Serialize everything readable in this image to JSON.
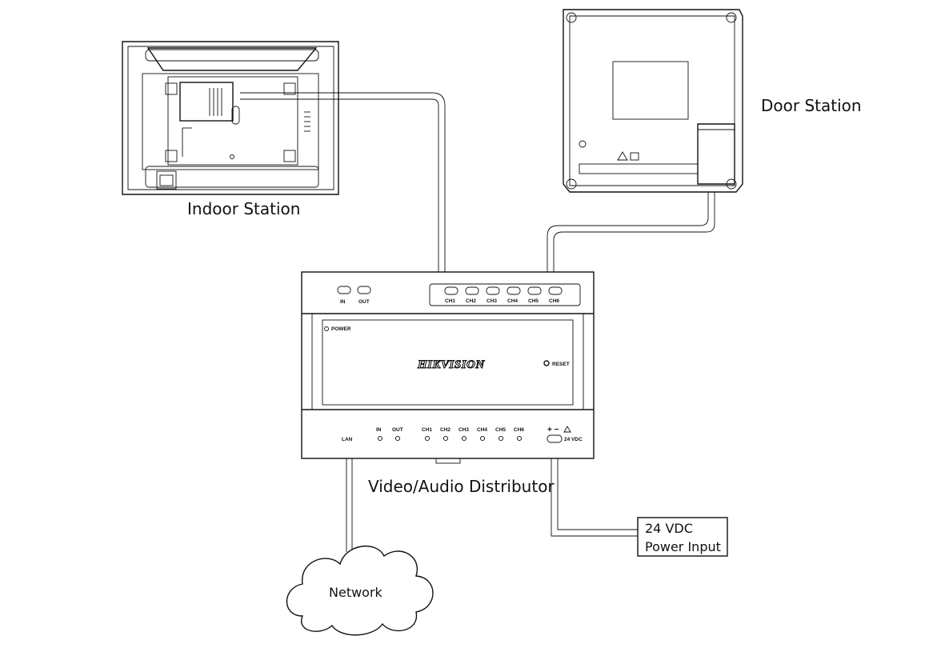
{
  "labels": {
    "indoor_station": "Indoor Station",
    "door_station": "Door Station",
    "distributor": "Video/Audio Distributor",
    "network": "Network",
    "power_line1": "24 VDC",
    "power_line2": "Power Input"
  },
  "device": {
    "brand": "HIKVISION",
    "power_led": "POWER",
    "reset": "RESET",
    "top_in": "IN",
    "top_out": "OUT",
    "top_channels": [
      "CH1",
      "CH2",
      "CH3",
      "CH4",
      "CH5",
      "CH6"
    ],
    "bottom_lan": "LAN",
    "bottom_in": "IN",
    "bottom_out": "OUT",
    "bottom_channels": [
      "CH1",
      "CH2",
      "CH3",
      "CH4",
      "CH5",
      "CH6"
    ],
    "polarity": "+ −",
    "voltage": "24 VDC"
  }
}
